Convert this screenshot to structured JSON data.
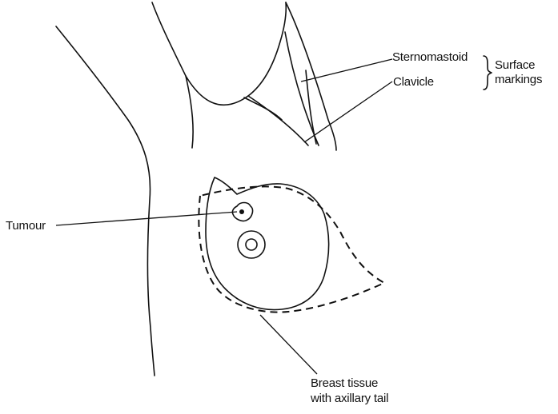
{
  "labels": {
    "sternomastoid": "Sternomastoid",
    "clavicle": "Clavicle",
    "surface_markings_line1": "Surface",
    "surface_markings_line2": "markings",
    "tumour": "Tumour",
    "breast_tissue_line1": "Breast tissue",
    "breast_tissue_line2": "with axillary tail"
  },
  "colors": {
    "line": "#111111",
    "background": "#ffffff"
  }
}
